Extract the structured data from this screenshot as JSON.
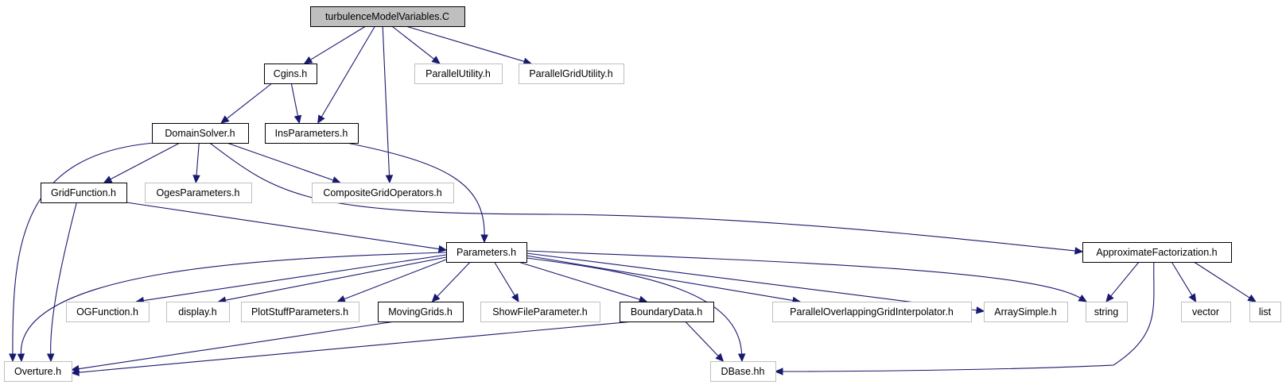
{
  "diagram": {
    "type": "include-dependency-graph",
    "colors": {
      "edge": "#191970",
      "root_fill": "#bfbfbf",
      "grey_border": "#bfbfbf",
      "solid_border": "#000000"
    },
    "nodes": {
      "root": {
        "label": "turbulenceModelVariables.C",
        "style": "root"
      },
      "cgins": {
        "label": "Cgins.h",
        "style": "solid"
      },
      "parutil": {
        "label": "ParallelUtility.h",
        "style": "grey"
      },
      "pargrid": {
        "label": "ParallelGridUtility.h",
        "style": "grey"
      },
      "domain": {
        "label": "DomainSolver.h",
        "style": "solid"
      },
      "ins": {
        "label": "InsParameters.h",
        "style": "solid"
      },
      "gridfn": {
        "label": "GridFunction.h",
        "style": "solid"
      },
      "oges": {
        "label": "OgesParameters.h",
        "style": "grey"
      },
      "compgrid": {
        "label": "CompositeGridOperators.h",
        "style": "grey"
      },
      "params": {
        "label": "Parameters.h",
        "style": "solid"
      },
      "approx": {
        "label": "ApproximateFactorization.h",
        "style": "solid"
      },
      "ogf": {
        "label": "OGFunction.h",
        "style": "grey"
      },
      "display": {
        "label": "display.h",
        "style": "grey"
      },
      "plotstuff": {
        "label": "PlotStuffParameters.h",
        "style": "grey"
      },
      "moving": {
        "label": "MovingGrids.h",
        "style": "solid"
      },
      "showfile": {
        "label": "ShowFileParameter.h",
        "style": "grey"
      },
      "boundary": {
        "label": "BoundaryData.h",
        "style": "solid"
      },
      "pogi": {
        "label": "ParallelOverlappingGridInterpolator.h",
        "style": "grey"
      },
      "arraysimple": {
        "label": "ArraySimple.h",
        "style": "grey"
      },
      "string": {
        "label": "string",
        "style": "grey"
      },
      "vector": {
        "label": "vector",
        "style": "grey"
      },
      "list": {
        "label": "list",
        "style": "grey"
      },
      "overture": {
        "label": "Overture.h",
        "style": "grey"
      },
      "dbase": {
        "label": "DBase.hh",
        "style": "grey"
      }
    },
    "edges": [
      [
        "root",
        "cgins"
      ],
      [
        "root",
        "ins"
      ],
      [
        "root",
        "compgrid"
      ],
      [
        "root",
        "parutil"
      ],
      [
        "root",
        "pargrid"
      ],
      [
        "cgins",
        "domain"
      ],
      [
        "cgins",
        "ins"
      ],
      [
        "domain",
        "overture"
      ],
      [
        "domain",
        "gridfn"
      ],
      [
        "domain",
        "oges"
      ],
      [
        "domain",
        "compgrid"
      ],
      [
        "domain",
        "approx"
      ],
      [
        "ins",
        "params"
      ],
      [
        "gridfn",
        "overture"
      ],
      [
        "gridfn",
        "params"
      ],
      [
        "params",
        "overture"
      ],
      [
        "params",
        "ogf"
      ],
      [
        "params",
        "display"
      ],
      [
        "params",
        "plotstuff"
      ],
      [
        "params",
        "moving"
      ],
      [
        "params",
        "showfile"
      ],
      [
        "params",
        "boundary"
      ],
      [
        "params",
        "dbase"
      ],
      [
        "params",
        "pogi"
      ],
      [
        "params",
        "arraysimple"
      ],
      [
        "params",
        "string"
      ],
      [
        "moving",
        "overture"
      ],
      [
        "boundary",
        "overture"
      ],
      [
        "boundary",
        "dbase"
      ],
      [
        "approx",
        "string"
      ],
      [
        "approx",
        "vector"
      ],
      [
        "approx",
        "list"
      ],
      [
        "approx",
        "dbase"
      ]
    ]
  }
}
